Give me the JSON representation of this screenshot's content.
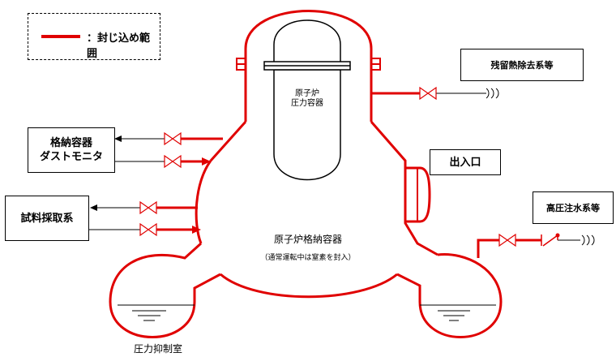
{
  "legend": {
    "label": "：封じ込め範囲"
  },
  "boxes": {
    "rhr": "残留熱除去系等",
    "dust_monitor_line1": "格納容器",
    "dust_monitor_line2": "ダストモニタ",
    "sampling": "試料採取系",
    "hatch": "出入口",
    "hpci": "高圧注水系等"
  },
  "labels": {
    "rpv_line1": "原子炉",
    "rpv_line2": "圧力容器",
    "pcv_title": "原子炉格納容器",
    "pcv_note": "（通常運転中は窒素を封入）",
    "suppression": "圧力抑制室"
  },
  "colors": {
    "boundary": "#e00000",
    "line": "#000000"
  }
}
